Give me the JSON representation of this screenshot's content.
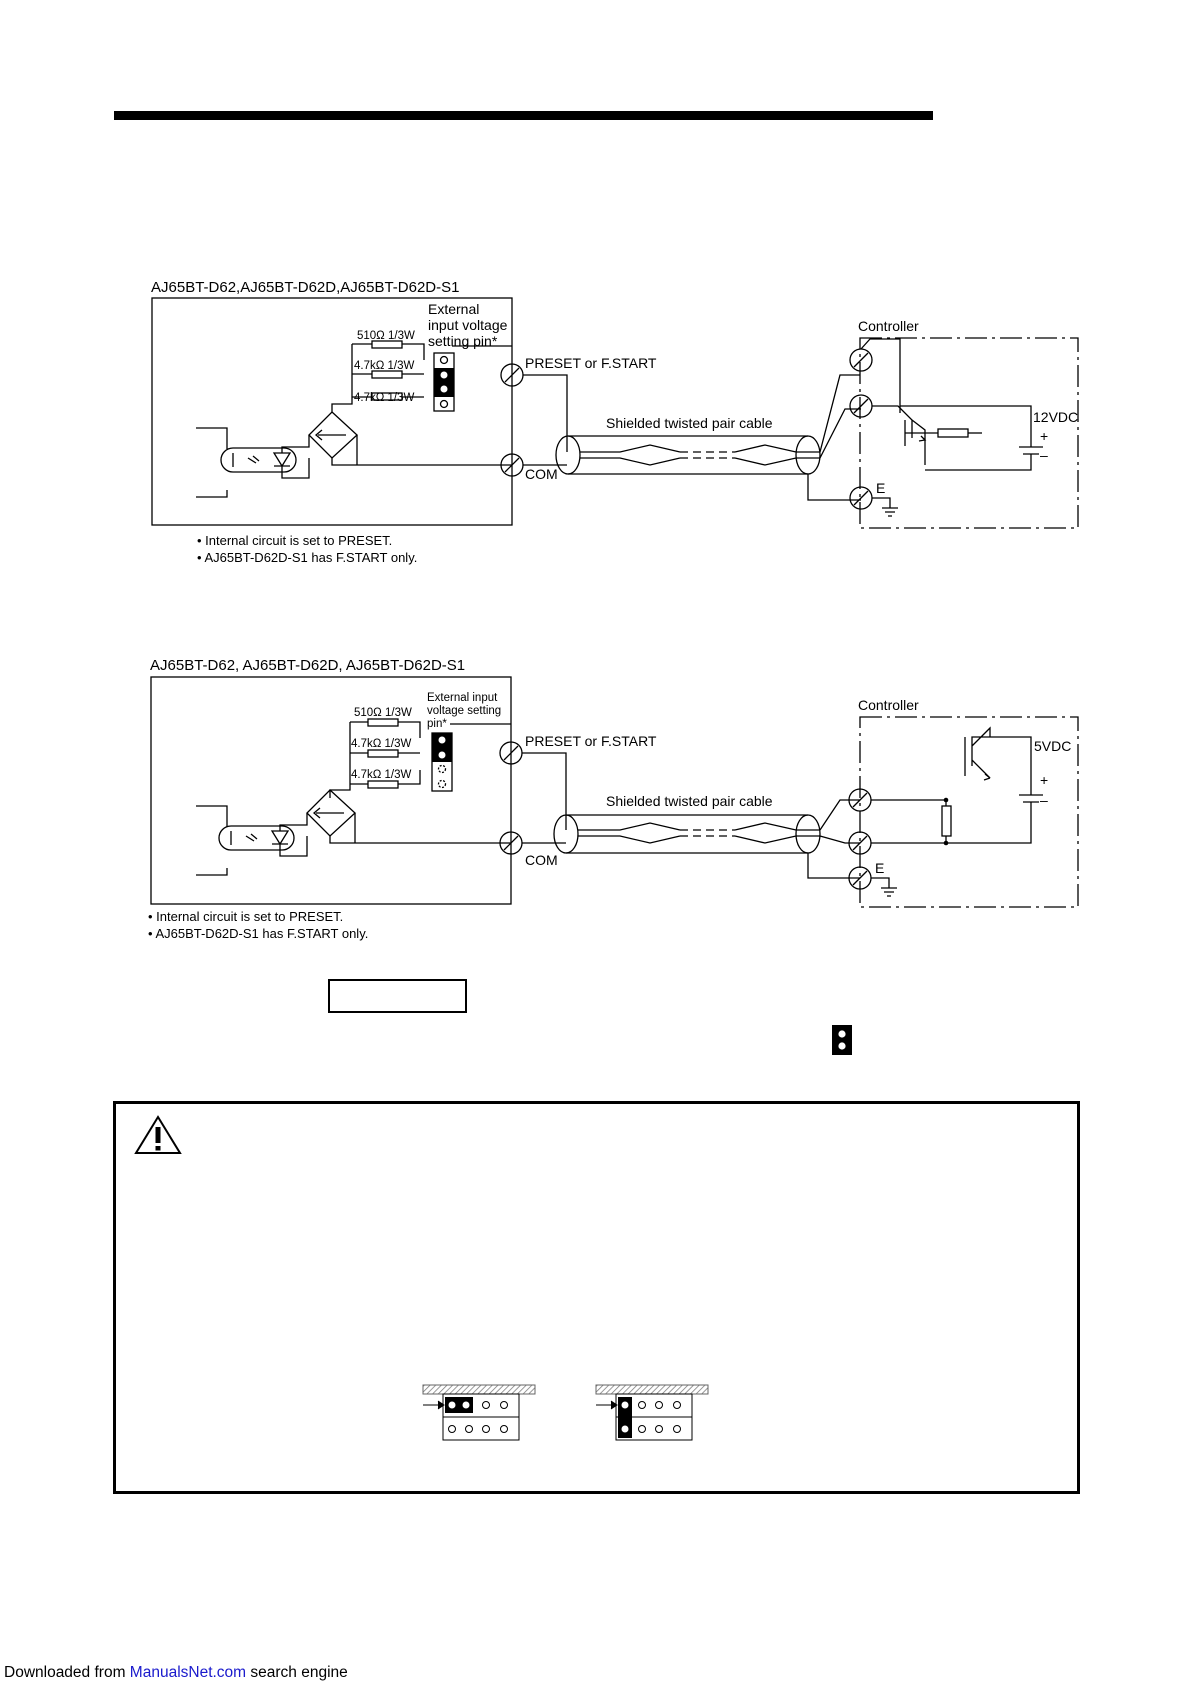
{
  "diagram1": {
    "title": "AJ65BT-D62,AJ65BT-D62D,AJ65BT-D62D-S1",
    "pin_label_line1": "External",
    "pin_label_line2": "input voltage",
    "pin_label_line3": "setting pin*",
    "r1_label": "510Ω 1/3W",
    "r2_label": "4.7kΩ  1/3W",
    "r3_label": "4.7kΩ  1/3W",
    "preset_label": "PRESET or F.START",
    "com_label": "COM",
    "cable_label": "Shielded twisted pair cable",
    "controller_label": "Controller",
    "voltage_label": "12VDC",
    "plus": "+",
    "minus": "–",
    "earth_label": "E",
    "note1": "• Internal circuit is set to PRESET.",
    "note2": "• AJ65BT-D62D-S1 has F.START only."
  },
  "diagram2": {
    "title": "AJ65BT-D62, AJ65BT-D62D, AJ65BT-D62D-S1",
    "pin_label_line1": "External input",
    "pin_label_line2": "voltage setting",
    "pin_label_line3": "pin*",
    "r1_label": "510Ω  1/3W",
    "r2_label": "4.7kΩ  1/3W",
    "r3_label": "4.7kΩ  1/3W",
    "preset_label": "PRESET or F.START",
    "com_label": "COM",
    "cable_label": "Shielded twisted pair cable",
    "controller_label": "Controller",
    "voltage_label": "5VDC",
    "plus": "+",
    "minus": "–",
    "earth_label": "E",
    "note1": "• Internal circuit is set to PRESET.",
    "note2": "• AJ65BT-D62D-S1 has F.START only."
  },
  "icons": {
    "warning": "warning-triangle-icon",
    "pin": "jumper-pin-icon"
  },
  "footer": {
    "prefix": "Downloaded from ",
    "link_text": "ManualsNet.com",
    "suffix": " search engine",
    "link_color": "#1a1acc"
  }
}
